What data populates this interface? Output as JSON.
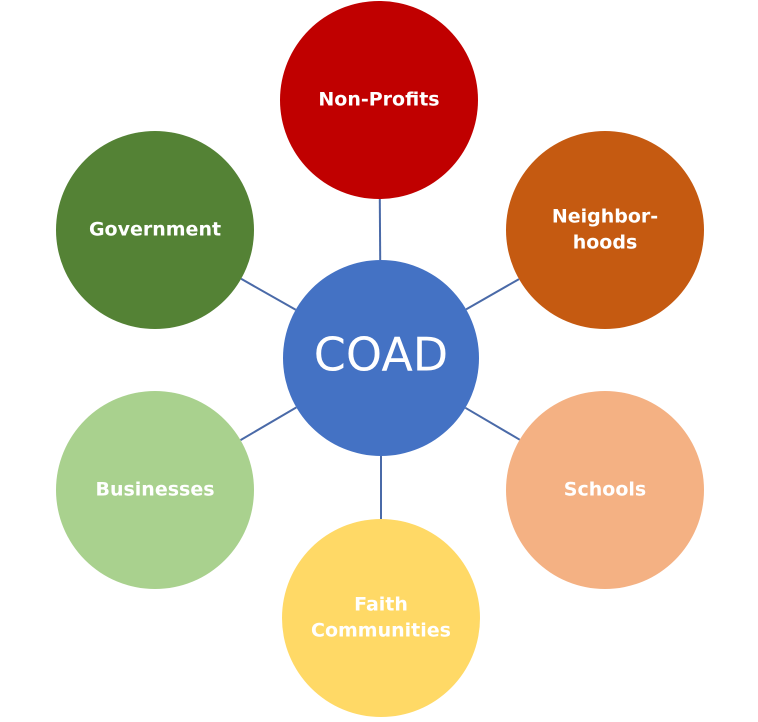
{
  "hub": {
    "label": "COAD",
    "color": "#4472c4"
  },
  "nodes": [
    {
      "id": "non-profits",
      "lines": [
        "Non-Profits"
      ],
      "color": "#c00000"
    },
    {
      "id": "neighborhoods",
      "lines": [
        "Neighbor-",
        "hoods"
      ],
      "color": "#c55a11"
    },
    {
      "id": "schools",
      "lines": [
        "Schools"
      ],
      "color": "#f4b183"
    },
    {
      "id": "faith-communities",
      "lines": [
        "Faith",
        "Communities"
      ],
      "color": "#ffd966"
    },
    {
      "id": "businesses",
      "lines": [
        "Businesses"
      ],
      "color": "#a9d18e"
    },
    {
      "id": "government",
      "lines": [
        "Government"
      ],
      "color": "#548235"
    }
  ],
  "connector_color": "#4a6aa8"
}
